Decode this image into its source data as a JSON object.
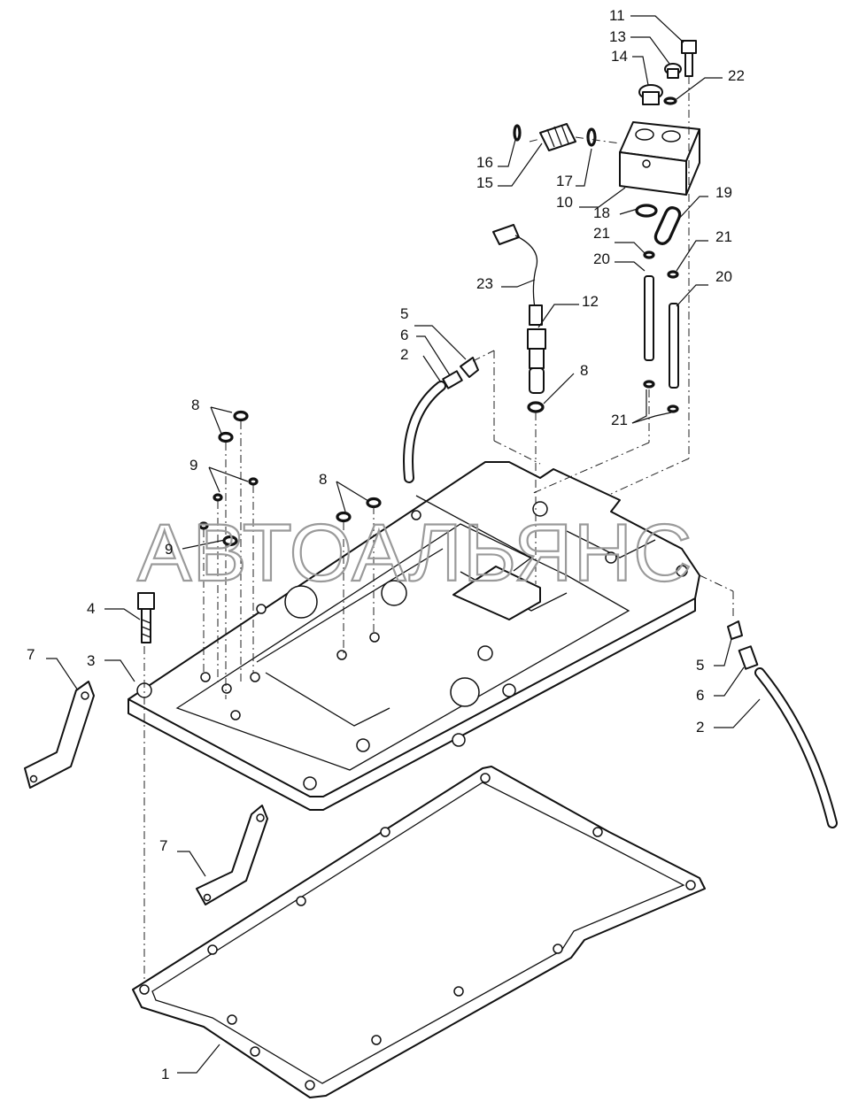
{
  "watermark": "АВТОАЛЬЯНС",
  "callouts": [
    {
      "id": "c1",
      "text": "1"
    },
    {
      "id": "c2a",
      "text": "2"
    },
    {
      "id": "c2b",
      "text": "2"
    },
    {
      "id": "c3",
      "text": "3"
    },
    {
      "id": "c4",
      "text": "4"
    },
    {
      "id": "c5a",
      "text": "5"
    },
    {
      "id": "c5b",
      "text": "5"
    },
    {
      "id": "c6a",
      "text": "6"
    },
    {
      "id": "c6b",
      "text": "6"
    },
    {
      "id": "c7a",
      "text": "7"
    },
    {
      "id": "c7b",
      "text": "7"
    },
    {
      "id": "c8a",
      "text": "8"
    },
    {
      "id": "c8b",
      "text": "8"
    },
    {
      "id": "c8c",
      "text": "8"
    },
    {
      "id": "c9a",
      "text": "9"
    },
    {
      "id": "c9b",
      "text": "9"
    },
    {
      "id": "c10",
      "text": "10"
    },
    {
      "id": "c11",
      "text": "11"
    },
    {
      "id": "c12",
      "text": "12"
    },
    {
      "id": "c13",
      "text": "13"
    },
    {
      "id": "c14",
      "text": "14"
    },
    {
      "id": "c15",
      "text": "15"
    },
    {
      "id": "c16",
      "text": "16"
    },
    {
      "id": "c17",
      "text": "17"
    },
    {
      "id": "c18",
      "text": "18"
    },
    {
      "id": "c19",
      "text": "19"
    },
    {
      "id": "c20a",
      "text": "20"
    },
    {
      "id": "c20b",
      "text": "20"
    },
    {
      "id": "c21a",
      "text": "21"
    },
    {
      "id": "c21b",
      "text": "21"
    },
    {
      "id": "c21c",
      "text": "21"
    },
    {
      "id": "c22",
      "text": "22"
    },
    {
      "id": "c23",
      "text": "23"
    }
  ]
}
